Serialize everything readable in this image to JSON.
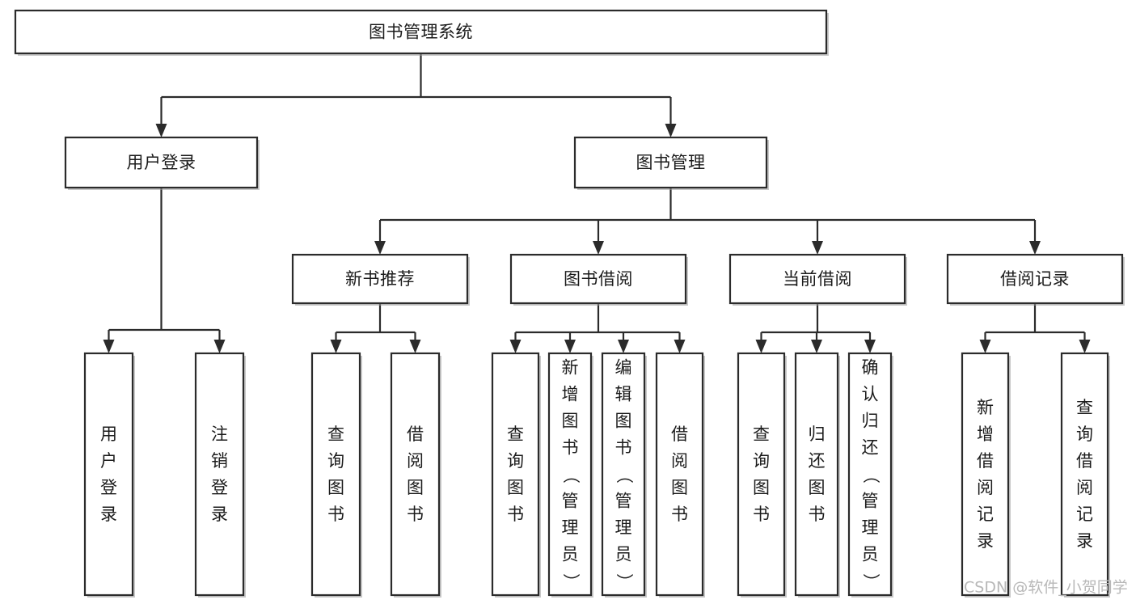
{
  "diagram": {
    "kind": "tree-structure-chart",
    "title_text": "图书管理系统",
    "background_color": "#ffffff",
    "line_color": "#2b2b2b",
    "text_color": "#1b1b1b",
    "nodes": {
      "root": {
        "label": "图书管理系统"
      },
      "level2": [
        {
          "id": "user-login",
          "label": "用户登录"
        },
        {
          "id": "book-manage",
          "label": "图书管理"
        }
      ],
      "level3": [
        {
          "id": "new-book-recommend",
          "label": "新书推荐"
        },
        {
          "id": "book-borrow",
          "label": "图书借阅"
        },
        {
          "id": "current-borrow",
          "label": "当前借阅"
        },
        {
          "id": "borrow-record",
          "label": "借阅记录"
        }
      ],
      "leaves": {
        "user-login": [
          {
            "id": "leaf-user-login",
            "label": "用户登录"
          },
          {
            "id": "leaf-logout-login",
            "label": "注销登录"
          }
        ],
        "new-book-recommend": [
          {
            "id": "leaf-query-book-1",
            "label": "查询图书"
          },
          {
            "id": "leaf-borrow-book-1",
            "label": "借阅图书"
          }
        ],
        "book-borrow": [
          {
            "id": "leaf-query-book-2",
            "label": "查询图书"
          },
          {
            "id": "leaf-add-book-admin",
            "label": "新增图书（管理员）"
          },
          {
            "id": "leaf-edit-book-admin",
            "label": "编辑图书（管理员）"
          },
          {
            "id": "leaf-borrow-book-2",
            "label": "借阅图书"
          }
        ],
        "current-borrow": [
          {
            "id": "leaf-query-book-3",
            "label": "查询图书"
          },
          {
            "id": "leaf-return-book",
            "label": "归还图书"
          },
          {
            "id": "leaf-confirm-return-admin",
            "label": "确认归还（管理员）"
          }
        ],
        "borrow-record": [
          {
            "id": "leaf-add-borrow-record",
            "label": "新增借阅记录"
          },
          {
            "id": "leaf-query-borrow-record",
            "label": "查询借阅记录"
          }
        ]
      }
    }
  },
  "watermark": {
    "text": "CSDN @软件_小贺同学"
  }
}
